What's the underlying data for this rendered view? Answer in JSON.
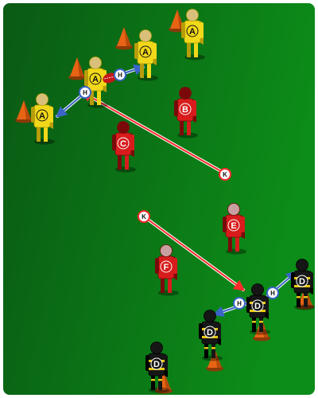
{
  "colors": {
    "pitch_dark": "#0a5a14",
    "pitch_light": "#0c8c18",
    "team_yellow": "#f2d81a",
    "team_yellow_dark": "#b89d0a",
    "team_red": "#d81c1c",
    "team_red_dark": "#7a0a0a",
    "team_black_dark": "#161616",
    "team_black_stripe": "#e8c810",
    "cone": "#e86414",
    "hand_pass_arrow": "#3a64c8",
    "kick_arrow": "#ff2b2b",
    "ball": "#c41818"
  },
  "players": [
    {
      "label": "A",
      "team": "yellow"
    },
    {
      "label": "A",
      "team": "yellow"
    },
    {
      "label": "A",
      "team": "yellow"
    },
    {
      "label": "A",
      "team": "yellow"
    },
    {
      "label": "B",
      "team": "red"
    },
    {
      "label": "C",
      "team": "red"
    },
    {
      "label": "E",
      "team": "red"
    },
    {
      "label": "F",
      "team": "red"
    },
    {
      "label": "D",
      "team": "black"
    },
    {
      "label": "D",
      "team": "black"
    },
    {
      "label": "D",
      "team": "black"
    },
    {
      "label": "D",
      "team": "black"
    }
  ],
  "markers": {
    "hand_pass": "H",
    "kick": "K"
  }
}
